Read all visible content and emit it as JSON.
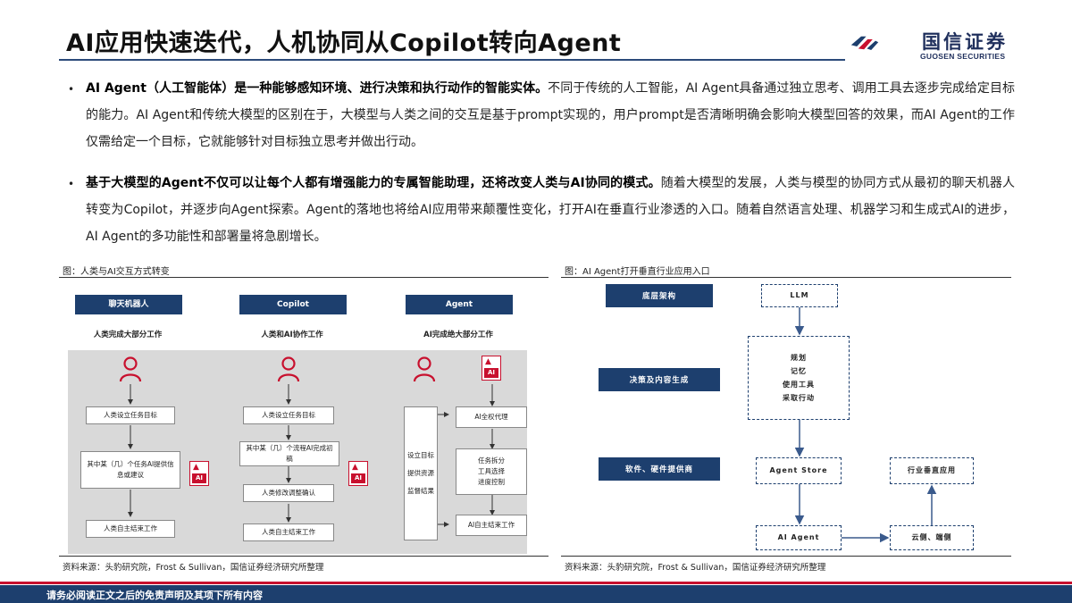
{
  "header": {
    "title": "AI应用快速迭代，人机协同从Copilot转向Agent",
    "logo_cn": "国信证券",
    "logo_en": "GUOSEN SECURITIES"
  },
  "bullets": [
    {
      "bold": "AI Agent（人工智能体）是一种能够感知环境、进行决策和执行动作的智能实体。",
      "text": "不同于传统的人工智能，AI Agent具备通过独立思考、调用工具去逐步完成给定目标的能力。AI Agent和传统大模型的区别在于，大模型与人类之间的交互是基于prompt实现的，用户prompt是否清晰明确会影响大模型回答的效果，而AI Agent的工作仅需给定一个目标，它就能够针对目标独立思考并做出行动。"
    },
    {
      "bold": "基于大模型的Agent不仅可以让每个人都有增强能力的专属智能助理，还将改变人类与AI协同的模式。",
      "text": "随着大模型的发展，人类与模型的协同方式从最初的聊天机器人转变为Copilot，并逐步向Agent探索。Agent的落地也将给AI应用带来颠覆性变化，打开AI在垂直行业渗透的入口。随着自然语言处理、机器学习和生成式AI的进步，AI Agent的多功能性和部署量将急剧增长。"
    }
  ],
  "figure_left": {
    "label": "图：人类与AI交互方式转变",
    "source": "资料来源：头豹研究院，Frost & Sullivan，国信证券经济研究所整理",
    "columns": [
      {
        "tag": "聊天机器人",
        "caption": "人类完成大部分工作",
        "steps": [
          "人类设立任务目标",
          "其中某（几）个任务AI提供信息或建议",
          "人类自主结束工作"
        ]
      },
      {
        "tag": "Copilot",
        "caption": "人类和AI协作工作",
        "steps": [
          "人类设立任务目标",
          "其中某（几）个流程AI完成初稿",
          "人类修改调整确认",
          "人类自主结束工作"
        ]
      },
      {
        "tag": "Agent",
        "caption": "AI完成绝大部分工作",
        "side": [
          "设立目标",
          "提供资源",
          "监督结果"
        ],
        "steps": [
          "AI全权代理",
          "任务拆分",
          "工具选择",
          "进度控制",
          "AI自主结束工作"
        ]
      }
    ],
    "ai_icon_text": "AI"
  },
  "figure_right": {
    "label": "图：AI Agent打开垂直行业应用入口",
    "source": "资料来源：头豹研究院，Frost & Sullivan，国信证券经济研究所整理",
    "layers": [
      "底层架构",
      "决策及内容生成",
      "软件、硬件提供商"
    ],
    "llm": "LLM",
    "capabilities": [
      "规划",
      "记忆",
      "使用工具",
      "采取行动"
    ],
    "agent_store": "Agent Store",
    "ai_agent": "AI Agent",
    "cloud_edge": "云侧、端侧",
    "industry": "行业垂直应用"
  },
  "footer": {
    "disclaimer": "请务必阅读正文之后的免责声明及其项下所有内容"
  },
  "colors": {
    "navy": "#1d3f6e",
    "red": "#c8102e",
    "panel_gray": "#d9d9d9"
  }
}
